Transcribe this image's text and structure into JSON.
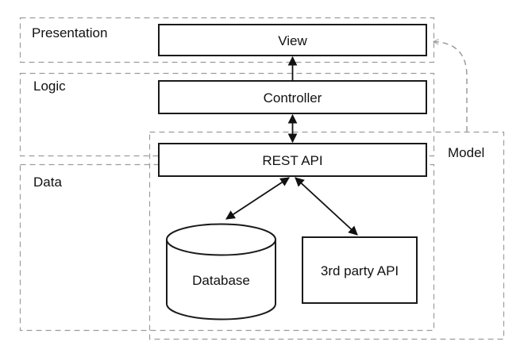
{
  "diagram": {
    "type": "architecture-diagram",
    "layers": [
      {
        "id": "presentation",
        "label": "Presentation"
      },
      {
        "id": "logic",
        "label": "Logic"
      },
      {
        "id": "data",
        "label": "Data"
      },
      {
        "id": "model",
        "label": "Model"
      }
    ],
    "nodes": [
      {
        "id": "view",
        "label": "View",
        "shape": "rectangle"
      },
      {
        "id": "controller",
        "label": "Controller",
        "shape": "rectangle"
      },
      {
        "id": "rest_api",
        "label": "REST API",
        "shape": "rectangle"
      },
      {
        "id": "database",
        "label": "Database",
        "shape": "cylinder"
      },
      {
        "id": "third_party_api",
        "label": "3rd party API",
        "shape": "rectangle"
      }
    ],
    "edges": [
      {
        "from": "controller",
        "to": "view",
        "style": "solid",
        "direction": "one-way"
      },
      {
        "from": "controller",
        "to": "rest_api",
        "style": "solid",
        "direction": "two-way"
      },
      {
        "from": "rest_api",
        "to": "database",
        "style": "solid",
        "direction": "two-way"
      },
      {
        "from": "rest_api",
        "to": "third_party_api",
        "style": "solid",
        "direction": "two-way"
      },
      {
        "from": "model",
        "to": "view",
        "style": "dashed",
        "direction": "one-way"
      }
    ],
    "colors": {
      "background": "#ffffff",
      "box_stroke": "#1a1a1a",
      "dashed_stroke": "#9c9c9c",
      "arrow": "#111111",
      "text": "#111111"
    }
  }
}
